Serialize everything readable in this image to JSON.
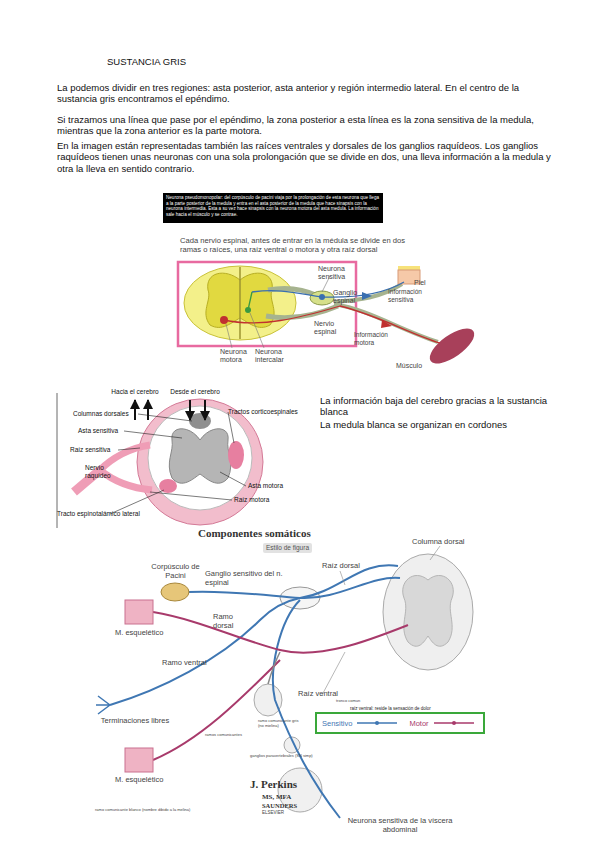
{
  "diagram": {
    "title": "SUSTANCIA GRIS",
    "nodes": [
      {
        "text": [
          "Neurona pseudomonopolar: del corpúsculo de pacini viaja por la prolongación de esta neurona que llega a la parte posterior de la medula y entra en el asta posterior de la medula que hace sinapsis con la neurona intermedia. Esta a su vez hace sinapsis con la neurona motora del asta medula. La información sale hacia el músculo y se contrae."
        ]
      },
      {
        "text": [
          "Estilo de figura"
        ]
      }
    ],
    "labels": [
      "La podemos dividir en tres regiones: asta posterior, asta anterior y región intermedio lateral. En el centro de la sustancia gris encontramos el epéndimo.",
      "Si trazamos una línea que pase por el epéndimo, la zona posterior a esta línea es la zona sensitiva de la medula, mientras que la zona anterior es la parte motora.",
      "En la imagen están representadas también las raíces ventrales y dorsales de los ganglios raquídeos. Los ganglios raquídeos tienen unas neuronas con una sola prolongación que se divide en dos, una lleva información a la medula y otra la lleva en sentido contrario.",
      "Cada nervio espinal, antes de entrar en la médula se divide en dos ramas o raíces, una raíz ventral o motora y otra raíz dorsal",
      "Neurona sensitiva",
      "Ganglio espinal",
      "Piel",
      "Información sensitiva",
      "Nervio espinal",
      "Información motora",
      "Músculo",
      "Neurona motora",
      "Neurona intercalar",
      "Hacia el cerebro",
      "Desde el cerebro",
      "Columnas dorsales",
      "Tractos corticoespinales",
      "Asta sensitiva",
      "Raíz sensitiva",
      "Nervio raquídeo",
      "Asta motora",
      "Raíz motora",
      "Tracto espinotalámico lateral",
      "La información baja del cerebro gracias a la sustancia blanca",
      "La medula blanca se organizan en cordones",
      "Componentes somáticos",
      "Columna dorsal",
      "Corpúsculo de Pacini",
      "Raíz dorsal",
      "Ganglio sensitivo del n. espinal",
      "Ramo dorsal",
      "M. esquelético",
      "Ramo ventral",
      "Raíz ventral",
      "tronco comun",
      "raíz ventral: reside la sensación de dolor",
      "Terminaciones libres",
      "ramos comunicantes",
      "ramo comunicante gris (no mielina)",
      "ganglios paravertebrales (SN simp)",
      "M. esquelético",
      "ramo comunicante blanco (nombre dibido a la melina)",
      "J. Perkins",
      "MS, MFA",
      "SAUNDERS",
      "ELSEVIER",
      "Neurona sensitiva de la víscera abdominal"
    ],
    "legend": [
      {
        "text": "Sensitivo"
      },
      {
        "text": "Motor"
      }
    ]
  }
}
